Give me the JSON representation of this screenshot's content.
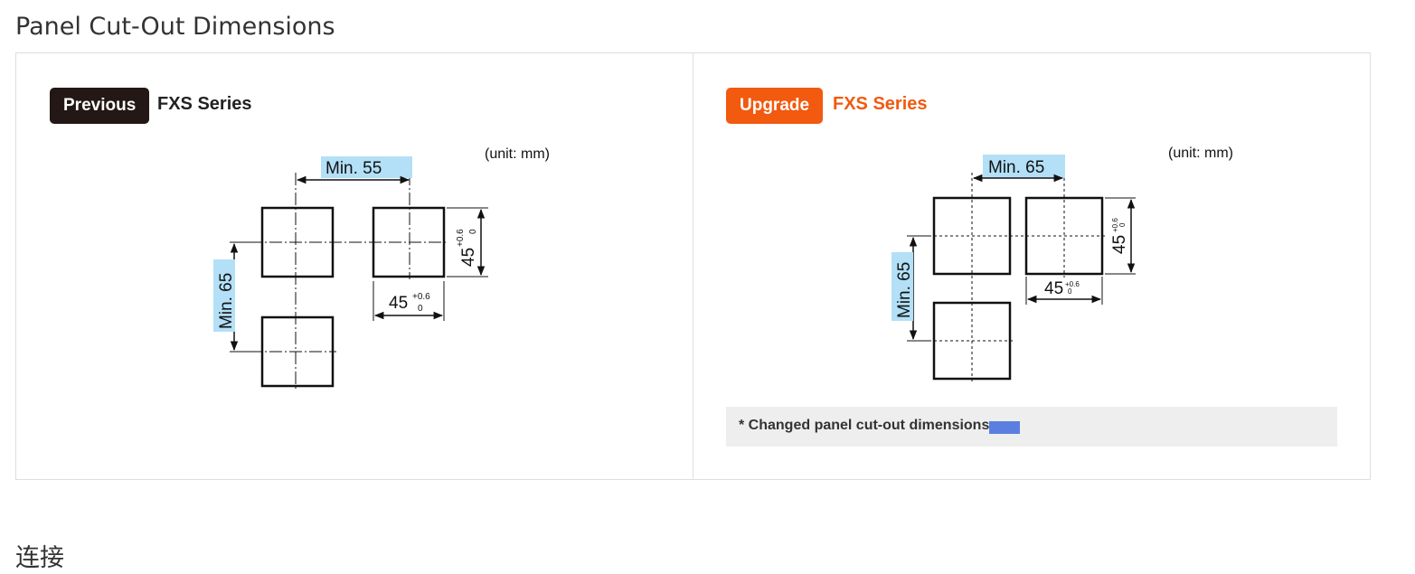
{
  "page_title": "Panel Cut-Out Dimensions",
  "previous": {
    "tag": "Previous",
    "series": "FXS Series",
    "unit": "(unit: mm)",
    "dim_horizontal": "Min. 55",
    "dim_vertical": "Min. 65",
    "dim_height": "45",
    "dim_width": "45",
    "tol_upper": "+0.6",
    "tol_lower": "0"
  },
  "upgrade": {
    "tag": "Upgrade",
    "series": "FXS Series",
    "unit": "(unit: mm)",
    "dim_horizontal": "Min. 65",
    "dim_vertical": "Min. 65",
    "dim_height": "45",
    "dim_width": "45",
    "tol_upper": "+0.6",
    "tol_lower": "0",
    "note": "* Changed panel cut-out dimensions"
  },
  "colors": {
    "previous_tag": "#231815",
    "upgrade_accent": "#f15a0f",
    "dimension_highlight": "#b3e0f7",
    "changed_swatch": "#5b7fe0"
  },
  "footer_heading": "连接"
}
